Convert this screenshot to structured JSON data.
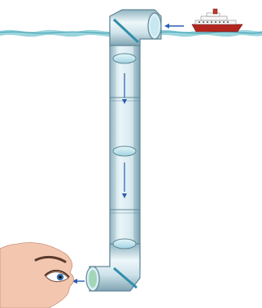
{
  "diagram": {
    "colors": {
      "background": "#ffffff",
      "water": "#7fc9d4",
      "water_dark": "#3f9fb0",
      "tube_body": "#cfe3ea",
      "tube_highlight": "#eef7fa",
      "tube_shadow": "#8fb3c0",
      "tube_outline": "#5f8796",
      "lens": "#bfe6f0",
      "mirror": "#2f8fa8",
      "light_arrow": "#2a5db0",
      "ship_hull": "#b3261e",
      "ship_deck": "#f2f2f2",
      "ship_funnel": "#c0392b",
      "skin": "#f3c6b0",
      "iris": "#3a6fb0"
    },
    "elements": {
      "ship": "ship-icon",
      "eye": "eye-icon",
      "water": "water-surface",
      "periscope": "periscope-tube",
      "mirror_top": "top-mirror",
      "mirror_bottom": "bottom-mirror",
      "lenses": 3,
      "light_path": "light-ray-arrows"
    }
  }
}
